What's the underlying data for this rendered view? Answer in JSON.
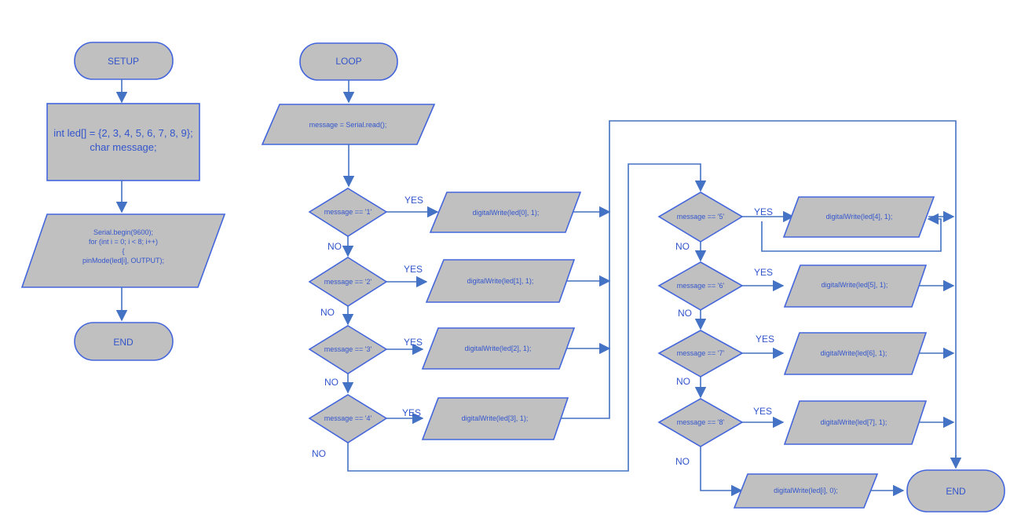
{
  "setup": {
    "start": "SETUP",
    "declare_lines": [
      "int led[] = {2, 3, 4, 5, 6, 7, 8, 9};",
      "char message;"
    ],
    "init_lines": [
      "Serial.begin(9600);",
      "for (int i = 0; i < 8; i++)",
      "{",
      "pinMode(led[i], OUTPUT);"
    ],
    "end": "END"
  },
  "loop": {
    "start": "LOOP",
    "read": "message = Serial.read();",
    "conditions": [
      "message == '1'",
      "message == '2'",
      "message == '3'",
      "message == '4'",
      "message == '5'",
      "message == '6'",
      "message == '7'",
      "message == '8'"
    ],
    "actions": [
      "digitalWrite(led[0], 1);",
      "digitalWrite(led[1], 1);",
      "digitalWrite(led[2], 1);",
      "digitalWrite(led[3], 1);",
      "digitalWrite(led[4], 1);",
      "digitalWrite(led[5], 1);",
      "digitalWrite(led[6], 1);",
      "digitalWrite(led[7], 1);"
    ],
    "else_action": "digitalWrite(led[i], 0);",
    "end": "END"
  },
  "labels": {
    "yes": "YES",
    "no": "NO"
  },
  "colors": {
    "shape_fill": "#c0c0c0",
    "stroke": "#4466dd",
    "text": "#3355cc"
  }
}
